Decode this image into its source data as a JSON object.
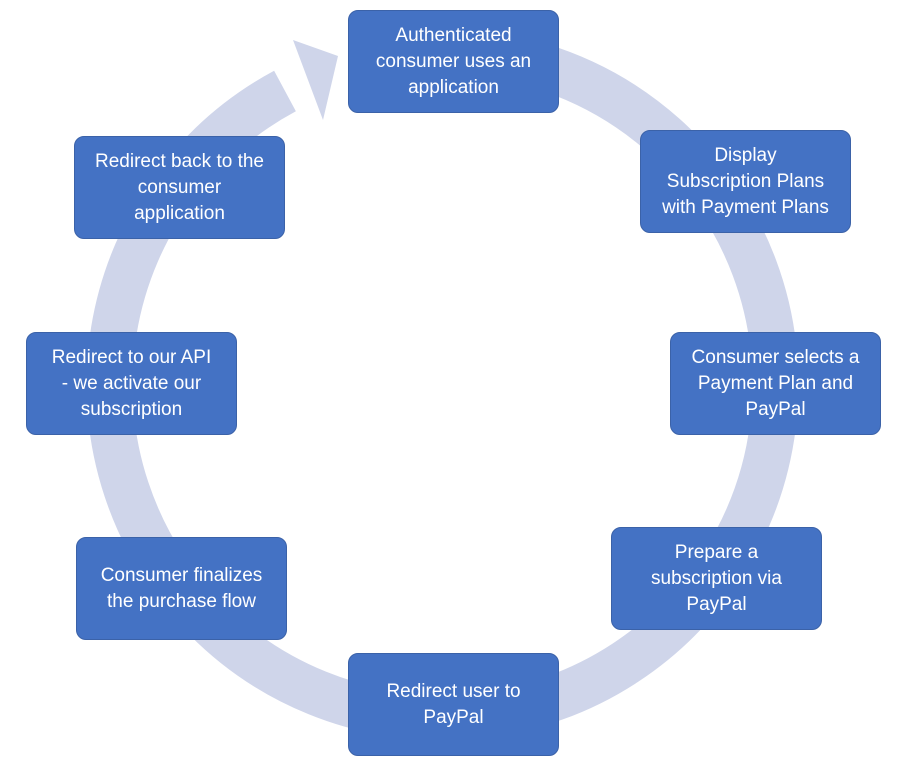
{
  "colors": {
    "box_fill": "#4472c4",
    "box_text": "#ffffff",
    "ring": "#cfd5ea"
  },
  "steps": [
    {
      "label": "Authenticated\nconsumer uses an\napplication"
    },
    {
      "label": "Display\nSubscription Plans\nwith Payment Plans"
    },
    {
      "label": "Consumer selects a\nPayment Plan and\nPayPal"
    },
    {
      "label": "Prepare a\nsubscription via\nPayPal"
    },
    {
      "label": "Redirect user to\nPayPal"
    },
    {
      "label": "Consumer finalizes\nthe purchase flow"
    },
    {
      "label": "Redirect to our API\n- we activate our\nsubscription"
    },
    {
      "label": "Redirect back to the\nconsumer\napplication"
    }
  ]
}
